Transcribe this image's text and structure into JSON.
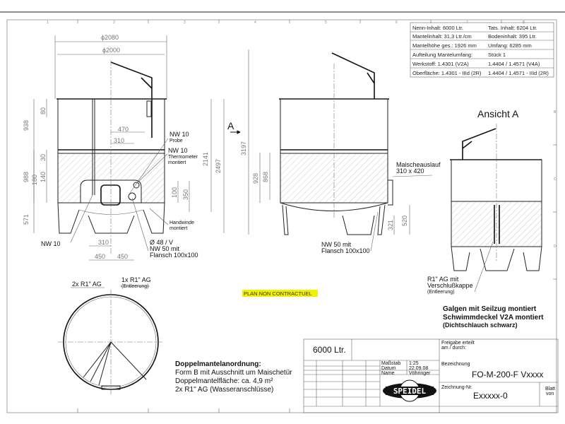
{
  "spec_table": {
    "rows": [
      [
        "Nenn-Inhalt: 6000 Ltr.",
        "Tats. Inhalt: 6204 Ltr."
      ],
      [
        "Mantelinhalt: 31,3 Ltr./cm",
        "Bodeninhalt: 395 Ltr."
      ],
      [
        "Mantelhöhe ges.: 1926 mm",
        "Umfang: 6285 mm"
      ],
      [
        "Aufteilung Mantelumfang:",
        "Stück 1"
      ],
      [
        "Werkstoff:   1.4301 (V2A)",
        "1.4404 / 1.4571 (V4A)"
      ],
      [
        "Oberfläche: 1.4301 - IIId (2R)",
        "1.4404 / 1.4571 - IIId (2R)"
      ]
    ]
  },
  "front_view": {
    "dims": {
      "d2080": "ϕ2080",
      "d2000": "ϕ2000",
      "d470": "470",
      "d310a": "310",
      "d80": "80",
      "d938": "938",
      "d30": "30",
      "d988": "988",
      "d140": "140",
      "d180": "180",
      "d571": "571",
      "d100": "100",
      "d350": "350",
      "d2141": "2141",
      "d2497": "2497",
      "d310b": "310",
      "d450a": "450",
      "d450b": "450"
    },
    "labels": {
      "nw10_probe": "NW 10",
      "probe": "Probe",
      "nw10_thermo": "NW 10",
      "thermo1": "Thermometer",
      "thermo2": "montiert",
      "handwinde1": "Handwinde",
      "handwinde2": "montiert",
      "nw10_left": "NW 10",
      "d48": "Ø 48 / V",
      "nw50": "NW 50 mit",
      "flansch": "Flansch 100x100"
    }
  },
  "side_view": {
    "view_marker": "A",
    "dims": {
      "d3197": "3197",
      "d928": "928",
      "d868": "868",
      "d520": "520",
      "d321": "321"
    },
    "labels": {
      "outlet1": "Maischeauslauf",
      "outlet2": "310 x 420",
      "nw50": "NW 50 mit",
      "flansch": "Flansch 100x100"
    }
  },
  "view_a": {
    "title": "Ansicht A",
    "labels": {
      "r1": "R1\" AG mit",
      "r2": "Verschlußkappe",
      "r3": "(Entleerung)"
    }
  },
  "notes": {
    "n1": "Galgen mit Seilzug montiert",
    "n2": "Schwimmdeckel V2A montiert",
    "n3": "(Dichtschlauch schwarz)"
  },
  "plan_view": {
    "l1": "2x R1\" AG",
    "l2": "1x R1\" AG",
    "l3": "(Entleerung)"
  },
  "stamp": "PLAN NON CONTRACTUEL",
  "jacket": {
    "title": "Doppelmantelanordnung:",
    "l1": "Form B mit Ausschnitt um Maischetür",
    "l2": "Doppelmantelfläche: ca. 4,9 m²",
    "l3": "2x R1\" AG (Wasseranschlüsse)"
  },
  "title_block": {
    "volume": "6000 Ltr.",
    "release_label": "Freigabe erteilt",
    "release_sub": "am / durch:",
    "scale_label": "Maßstab",
    "scale": "1:25",
    "date_label": "Datum",
    "date": "22.09.08",
    "name_label": "Name",
    "name": "Vöhringer",
    "logo": "SPEIDEL",
    "desc_label": "Bezeichnung",
    "desc": "FO-M-200-F  Vxxxx",
    "drawing_label": "Zeichnung-Nr.",
    "drawing": "Exxxxx-0",
    "sheet_label": "Blatt",
    "sheet_sub": "von"
  },
  "grid": {
    "cols": [
      "1",
      "2",
      "3",
      "4",
      "5",
      "6",
      "7",
      "8"
    ],
    "rows": [
      "B",
      "C",
      "D"
    ]
  }
}
